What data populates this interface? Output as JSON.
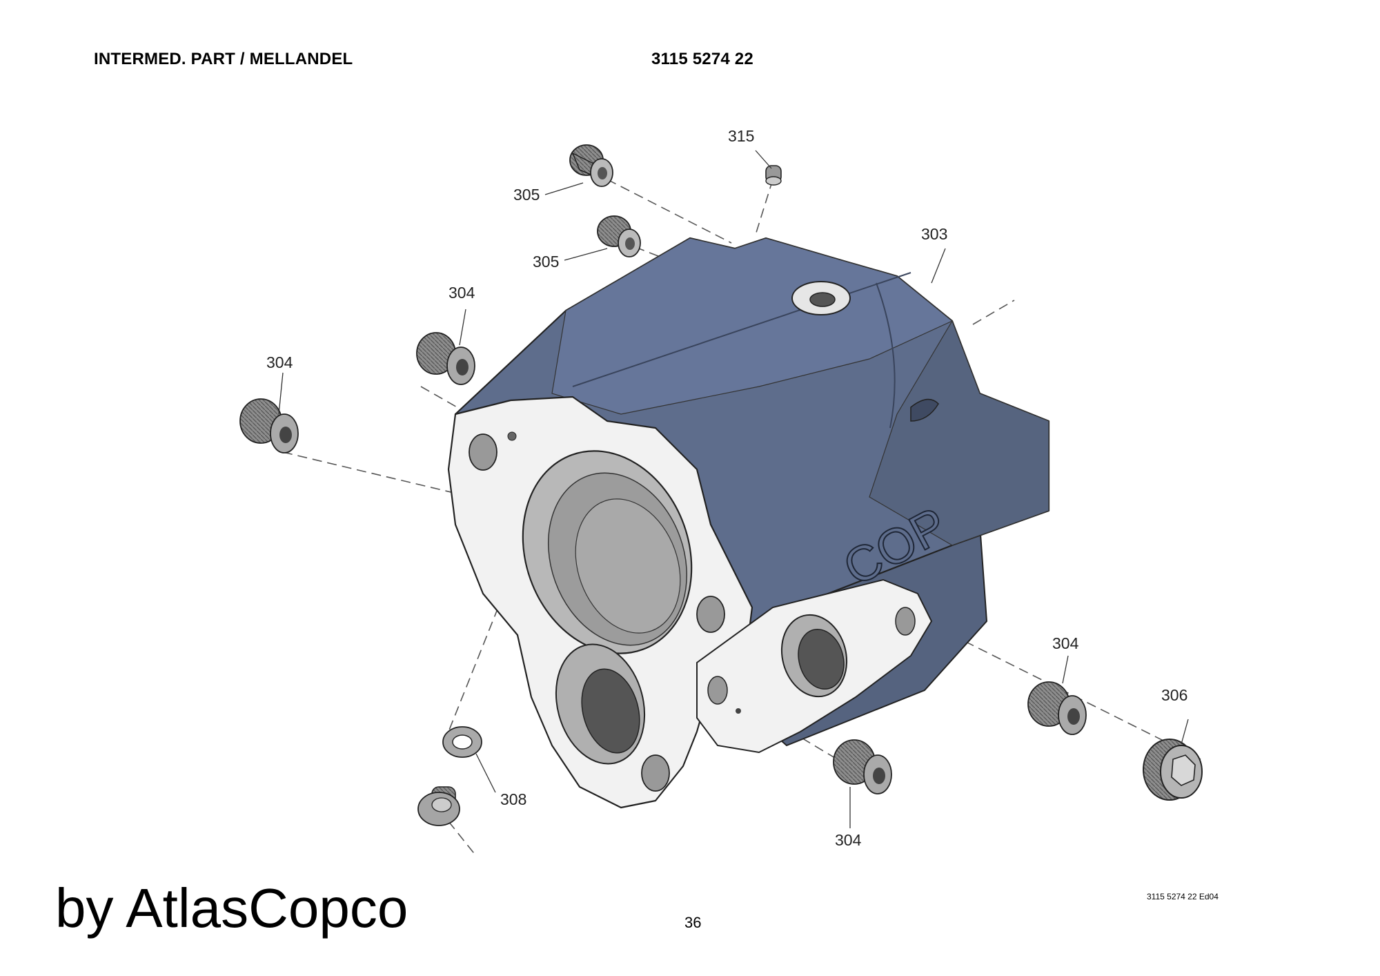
{
  "header": {
    "title": "INTERMED. PART / MELLANDEL",
    "part_number": "3115 5274 22"
  },
  "callouts": {
    "c303": "303",
    "c304a": "304",
    "c304b": "304",
    "c304c": "304",
    "c304d": "304",
    "c305a": "305",
    "c305b": "305",
    "c306": "306",
    "c308": "308",
    "c315": "315"
  },
  "housing_marking": "COP",
  "footer": {
    "brand": "by AtlasCopco",
    "page_number": "36",
    "edition": "3115 5274 22 Ed04"
  },
  "colors": {
    "housing": "#5e6d8c",
    "housing_dark": "#4a5875",
    "flange": "#f2f2f2",
    "part_gray": "#9a9a9a"
  }
}
